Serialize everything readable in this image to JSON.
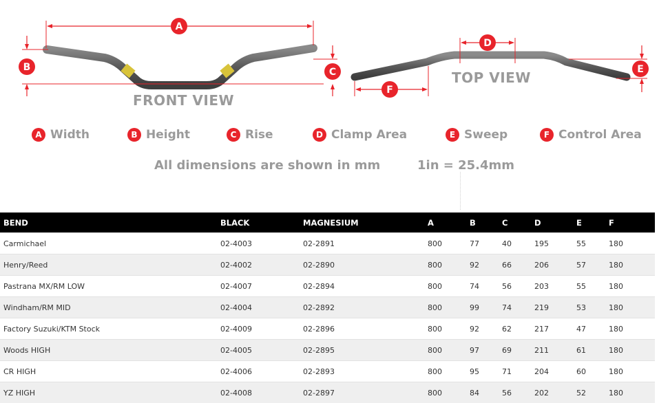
{
  "diagram": {
    "front_view_label": "FRONT VIEW",
    "top_view_label": "TOP VIEW",
    "markers": [
      "A",
      "B",
      "C",
      "D",
      "E",
      "F"
    ],
    "accent_color": "#e8242b"
  },
  "legend": [
    {
      "letter": "A",
      "label": "Width"
    },
    {
      "letter": "B",
      "label": "Height"
    },
    {
      "letter": "C",
      "label": "Rise"
    },
    {
      "letter": "D",
      "label": "Clamp Area"
    },
    {
      "letter": "E",
      "label": "Sweep"
    },
    {
      "letter": "F",
      "label": "Control Area"
    }
  ],
  "notes": {
    "units": "All dimensions are shown in mm",
    "conversion": "1in = 25.4mm"
  },
  "table": {
    "headers": [
      "BEND",
      "BLACK",
      "MAGNESIUM",
      "A",
      "B",
      "C",
      "D",
      "E",
      "F"
    ],
    "rows": [
      [
        "Carmichael",
        "02-4003",
        "02-2891",
        "800",
        "77",
        "40",
        "195",
        "55",
        "180"
      ],
      [
        "Henry/Reed",
        "02-4002",
        "02-2890",
        "800",
        "92",
        "66",
        "206",
        "57",
        "180"
      ],
      [
        "Pastrana MX/RM LOW",
        "02-4007",
        "02-2894",
        "800",
        "74",
        "56",
        "203",
        "55",
        "180"
      ],
      [
        "Windham/RM MID",
        "02-4004",
        "02-2892",
        "800",
        "99",
        "74",
        "219",
        "53",
        "180"
      ],
      [
        "Factory Suzuki/KTM Stock",
        "02-4009",
        "02-2896",
        "800",
        "92",
        "62",
        "217",
        "47",
        "180"
      ],
      [
        "Woods HIGH",
        "02-4005",
        "02-2895",
        "800",
        "97",
        "69",
        "211",
        "61",
        "180"
      ],
      [
        "CR HIGH",
        "02-4006",
        "02-2893",
        "800",
        "95",
        "71",
        "204",
        "60",
        "180"
      ],
      [
        "YZ HIGH",
        "02-4008",
        "02-2897",
        "800",
        "84",
        "56",
        "202",
        "52",
        "180"
      ]
    ]
  }
}
